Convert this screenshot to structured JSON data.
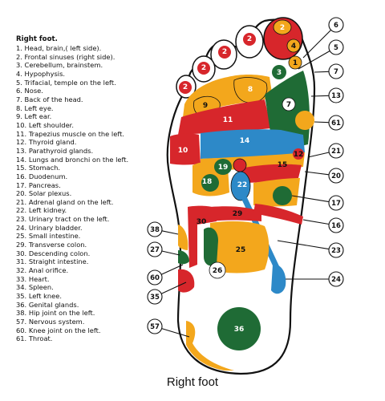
{
  "legend": {
    "title": "Right foot.",
    "items": [
      "1. Head, brain,( left side).",
      "2. Frontal sinuses (right side).",
      "3. Cerebellum, brainstem.",
      "4. Hypophysis.",
      "5. Trifacial, temple on the left.",
      "6. Nose.",
      "7. Back of the head.",
      "8. Left eye.",
      "9. Left ear.",
      "10. Left shoulder.",
      "11. Trapezius muscle on the left.",
      "12. Thyroid gland.",
      "13. Parathyroid glands.",
      "14. Lungs and bronchi on the left.",
      "15. Stomach.",
      "16. Duodenum.",
      "17. Pancreas.",
      "20. Solar plexus.",
      "21. Adrenal gland on the left.",
      "22. Left kidney.",
      "23. Urinary tract on the left.",
      "24. Urinary bladder.",
      "25. Small intestine.",
      "29. Transverse colon.",
      "30. Descending colon.",
      "31. Straight intestine.",
      "32. Anal orifice.",
      "33. Heart.",
      "34. Spleen.",
      "35. Left knee.",
      "36. Genital glands.",
      "38. Hip joint on the left.",
      "57. Nervous system.",
      "60. Knee joint on the left.",
      "61. Throat."
    ]
  },
  "caption": "Right foot",
  "zone_labels": {
    "z1": "1",
    "z2a": "2",
    "z2b": "2",
    "z2c": "2",
    "z2d": "2",
    "z2e": "2",
    "z3": "3",
    "z4": "4",
    "z7": "7",
    "z8": "8",
    "z9": "9",
    "z10": "10",
    "z11": "11",
    "z12": "12",
    "z14": "14",
    "z15": "15",
    "z18": "18",
    "z19": "19",
    "z22": "22",
    "z25": "25",
    "z26": "26",
    "z29": "29",
    "z30": "30",
    "z36": "36"
  },
  "callouts": {
    "c6": "6",
    "c5": "5",
    "c7": "7",
    "c13": "13",
    "c61": "61",
    "c21": "21",
    "c20": "20",
    "c17": "17",
    "c16": "16",
    "c23": "23",
    "c24": "24",
    "c38": "38",
    "c27": "27",
    "c60": "60",
    "c35": "35",
    "c57": "57"
  },
  "colors": {
    "red": "#d7262b",
    "orange": "#f3a71c",
    "green": "#1f6b35",
    "blue": "#2d89c8",
    "white": "#ffffff",
    "outline": "#111111"
  }
}
